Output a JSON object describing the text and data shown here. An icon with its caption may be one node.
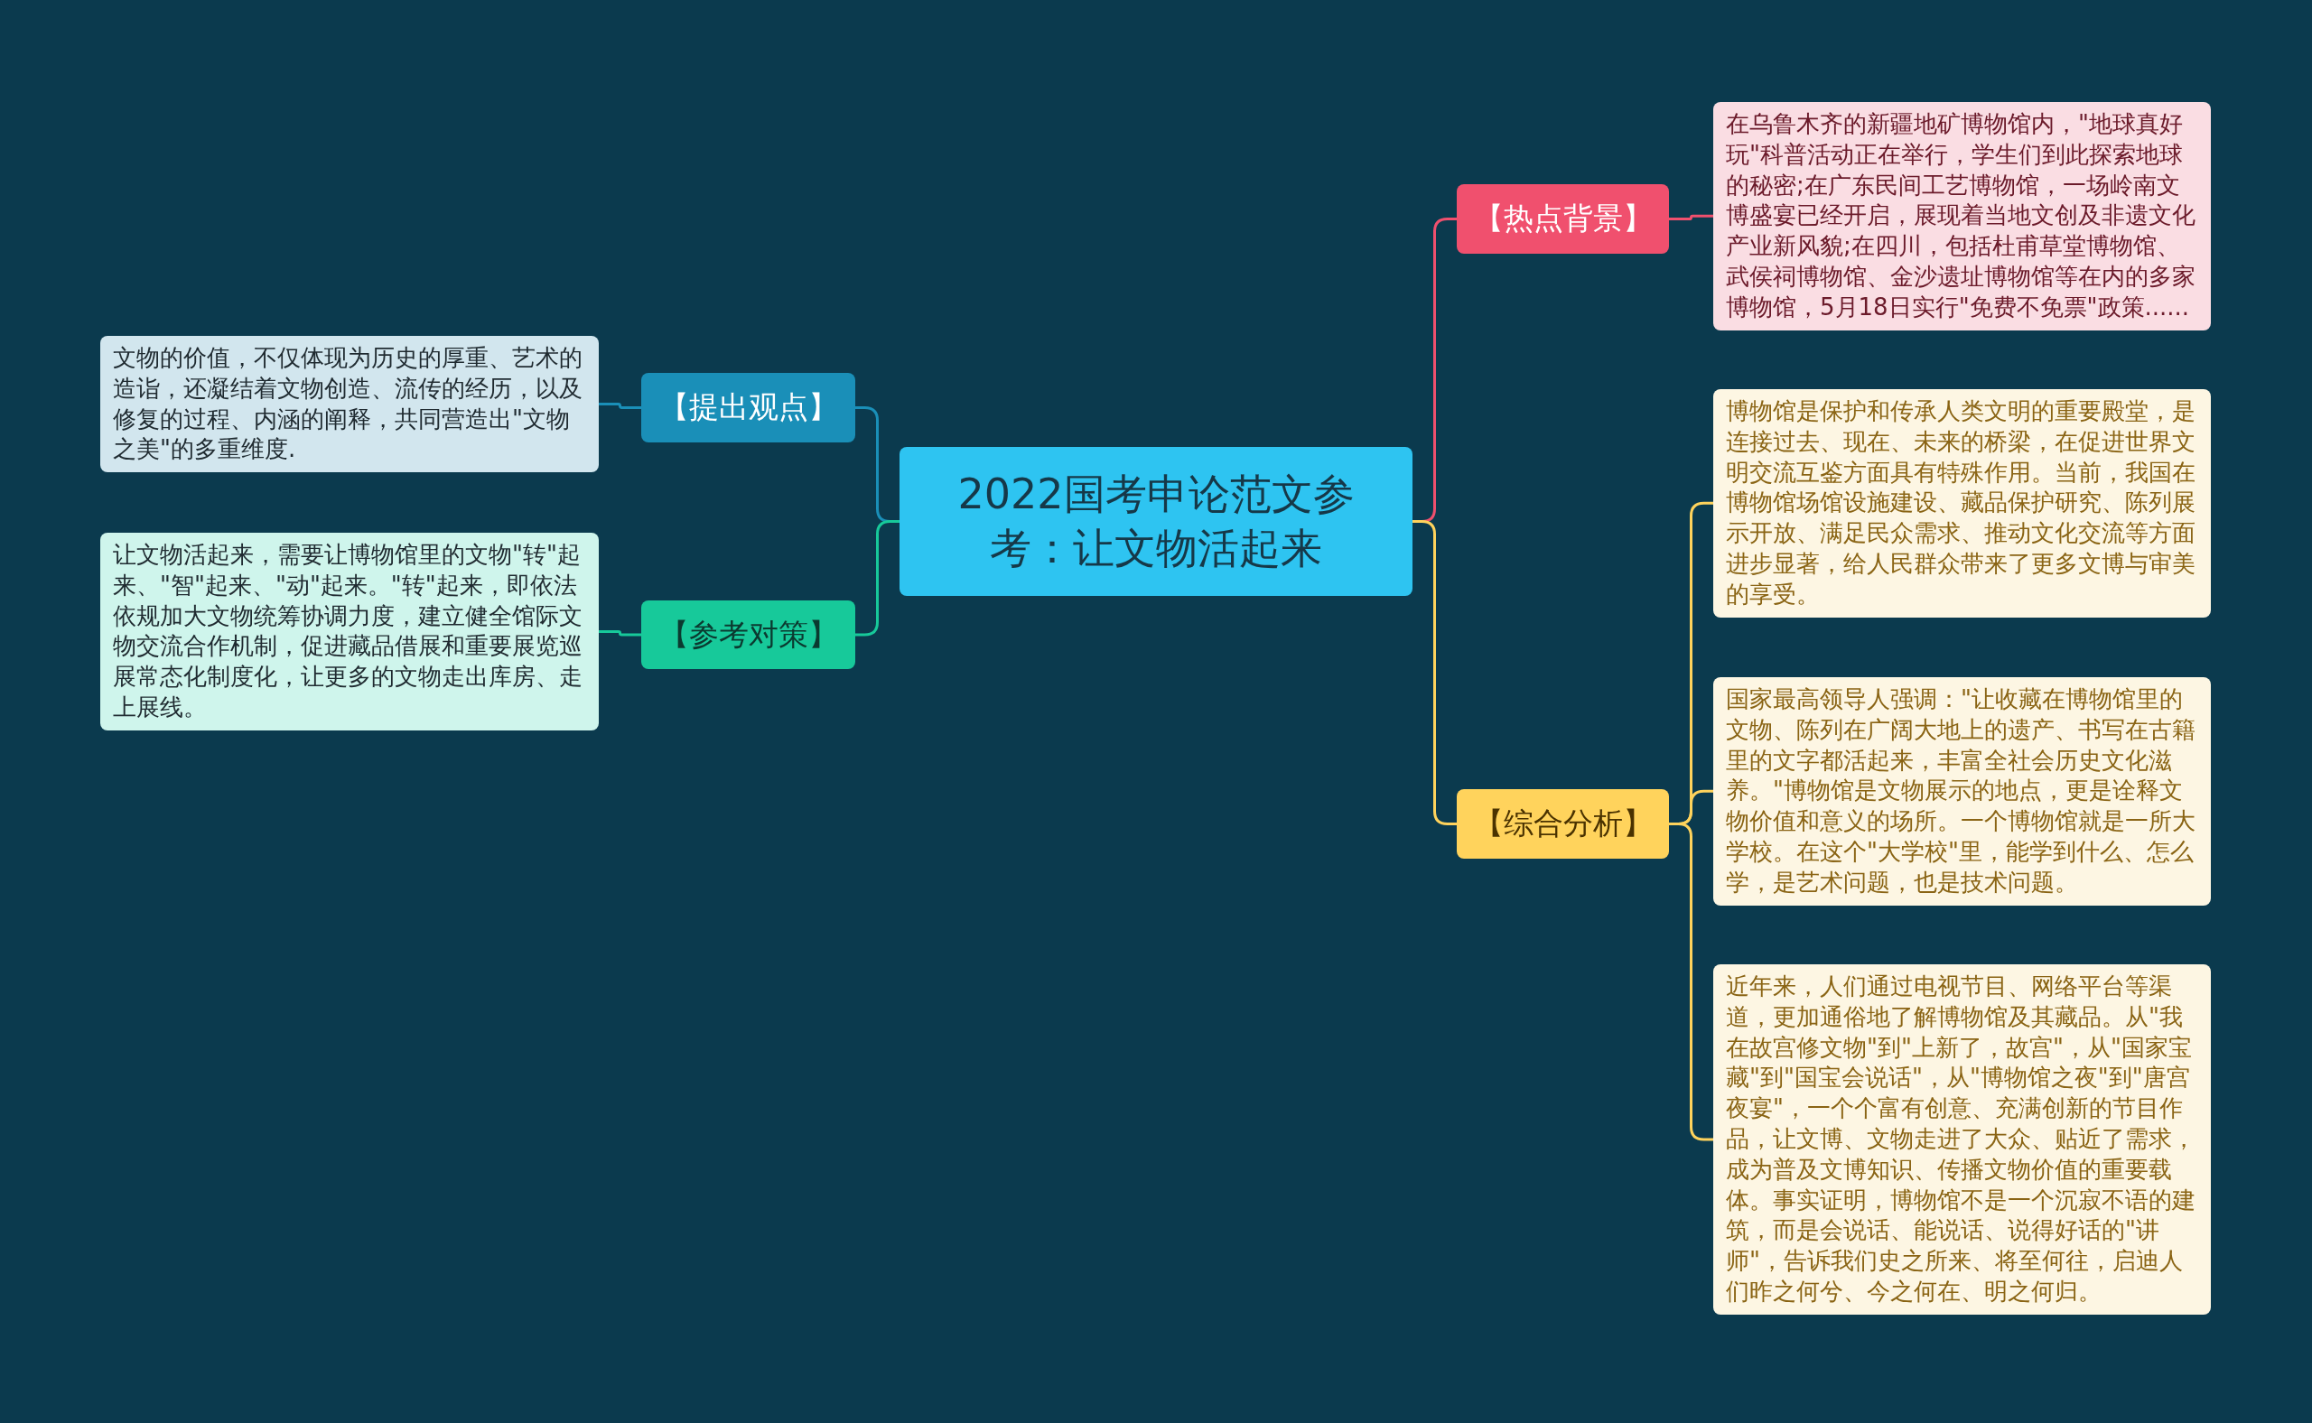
{
  "diagram": {
    "nodes": [
      {
        "text": [
          "2022国考申论范文参考：让文物活起来"
        ]
      },
      {
        "text": [
          "【热点背景】"
        ]
      },
      {
        "text": [
          "在乌鲁木齐的新疆地矿博物馆内，\"地球真好玩\"科普活动正在举行，学生们到此探索地球的秘密;在广东民间工艺博物馆，一场岭南文博盛宴已经开启，展现着当地文创及非遗文化产业新风貌;在四川，包括杜甫草堂博物馆、武侯祠博物馆、金沙遗址博物馆等在内的多家博物馆，5月18日实行\"免费不免票\"政策......"
        ]
      },
      {
        "text": [
          "【综合分析】"
        ]
      },
      {
        "text": [
          "博物馆是保护和传承人类文明的重要殿堂，是连接过去、现在、未来的桥梁，在促进世界文明交流互鉴方面具有特殊作用。当前，我国在博物馆场馆设施建设、藏品保护研究、陈列展示开放、满足民众需求、推动文化交流等方面进步显著，给人民群众带来了更多文博与审美的享受。"
        ]
      },
      {
        "text": [
          "国家最高领导人强调：\"让收藏在博物馆里的文物、陈列在广阔大地上的遗产、书写在古籍里的文字都活起来，丰富全社会历史文化滋养。\"博物馆是文物展示的地点，更是诠释文物价值和意义的场所。一个博物馆就是一所大学校。在这个\"大学校\"里，能学到什么、怎么学，是艺术问题，也是技术问题。"
        ]
      },
      {
        "text": [
          "近年来，人们通过电视节目、网络平台等渠道，更加通俗地了解博物馆及其藏品。从\"我在故宫修文物\"到\"上新了，故宫\"，从\"国家宝藏\"到\"国宝会说话\"，从\"博物馆之夜\"到\"唐宫夜宴\"，一个个富有创意、充满创新的节目作品，让文博、文物走进了大众、贴近了需求，成为普及文博知识、传播文物价值的重要载体。事实证明，博物馆不是一个沉寂不语的建筑，而是会说话、能说话、说得好话的\"讲师\"，告诉我们史之所来、将至何往，启迪人们昨之何兮、今之何在、明之何归。"
        ]
      },
      {
        "text": [
          "【提出观点】"
        ]
      },
      {
        "text": [
          "文物的价值，不仅体现为历史的厚重、艺术的造诣，还凝结着文物创造、流传的经历，以及修复的过程、内涵的阐释，共同营造出\"文物之美\"的多重维度."
        ]
      },
      {
        "text": [
          "【参考对策】"
        ]
      },
      {
        "text": [
          "让文物活起来，需要让博物馆里的文物\"转\"起来、\"智\"起来、\"动\"起来。\"转\"起来，即依法依规加大文物统筹协调力度，建立健全馆际文物交流合作机制，促进藏品借展和重要展览巡展常态化制度化，让更多的文物走出库房、走上展线。"
        ]
      }
    ],
    "edges": [
      {
        "from": 0,
        "to": 1,
        "arrow": "none",
        "color": "#f0506e"
      },
      {
        "from": 1,
        "to": 2,
        "arrow": "none",
        "color": "#f0506e"
      },
      {
        "from": 0,
        "to": 3,
        "arrow": "none",
        "color": "#ffd35c"
      },
      {
        "from": 3,
        "to": 4,
        "arrow": "none",
        "color": "#ffd35c"
      },
      {
        "from": 3,
        "to": 5,
        "arrow": "none",
        "color": "#ffd35c"
      },
      {
        "from": 3,
        "to": 6,
        "arrow": "none",
        "color": "#ffd35c"
      },
      {
        "from": 0,
        "to": 7,
        "arrow": "none",
        "color": "#1a8fb8"
      },
      {
        "from": 7,
        "to": 8,
        "arrow": "none",
        "color": "#1a8fb8"
      },
      {
        "from": 0,
        "to": 9,
        "arrow": "none",
        "color": "#17c99a"
      },
      {
        "from": 9,
        "to": 10,
        "arrow": "none",
        "color": "#17c99a"
      }
    ]
  }
}
